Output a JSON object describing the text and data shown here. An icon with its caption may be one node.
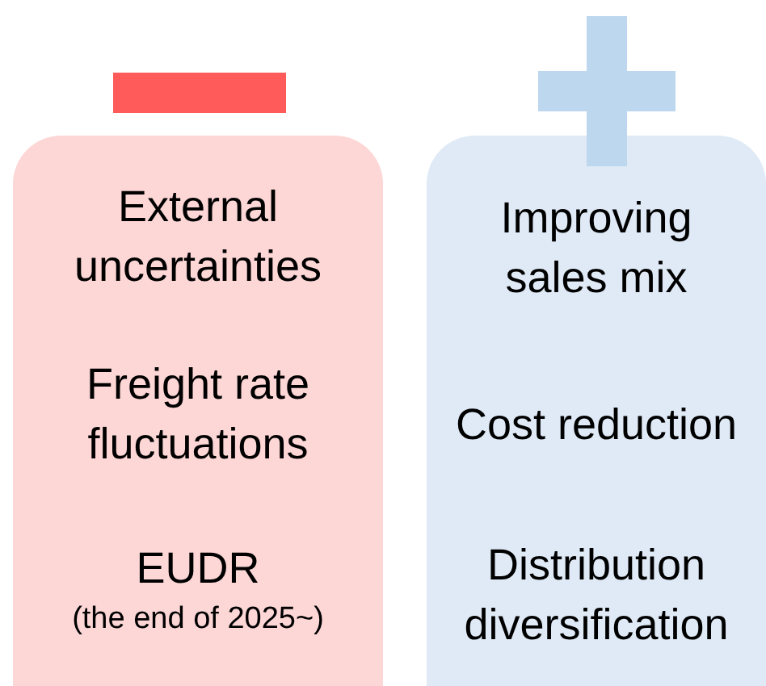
{
  "diagram": {
    "nodes": [
      {
        "text": [
          "External uncertainties",
          "Freight rate fluctuations",
          "EUDR",
          "(the end of 2025~)"
        ]
      },
      {
        "text": [
          "Improving sales mix",
          "Cost reduction",
          "Distribution diversification"
        ]
      }
    ]
  }
}
